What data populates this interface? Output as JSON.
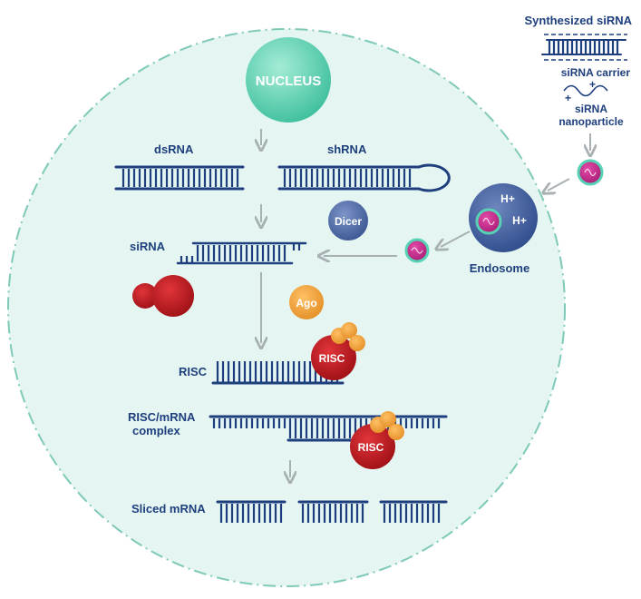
{
  "colors": {
    "navy": "#1e3f7e",
    "cell_fill": "#e5f6f2",
    "cell_border": "#7fc9b8",
    "arrow": "#a9b0b4",
    "nucleus": "#5fd0b1",
    "dicer": "#4d6aa8",
    "ago": "#f1a13a",
    "risc": "#b5171c",
    "endosome": "#3e5ea0",
    "nanoparticle": "#c2278b",
    "nanoparticle_ring": "#58d2b4"
  },
  "labels": {
    "nucleus": "NUCLEUS",
    "dsrna": "dsRNA",
    "shrna": "shRNA",
    "sirna": "siRNA",
    "dicer": "Dicer",
    "ago": "Ago",
    "risc_label": "RISC",
    "risc_particle": "RISC",
    "risc_mrna_line1": "RISC/mRNA",
    "risc_mrna_line2": "complex",
    "risc_particle_2": "RISC",
    "sliced_mrna": "Sliced mRNA",
    "endosome": "Endosome",
    "h_plus_1": "H+",
    "h_plus_2": "H+"
  },
  "legend": {
    "synthesized_sirna": "Synthesized siRNA",
    "sirna_carrier": "siRNA carrier",
    "carrier_plus_1": "+",
    "carrier_plus_2": "+",
    "sirna_nanoparticle_line1": "siRNA",
    "sirna_nanoparticle_line2": "nanoparticle"
  }
}
